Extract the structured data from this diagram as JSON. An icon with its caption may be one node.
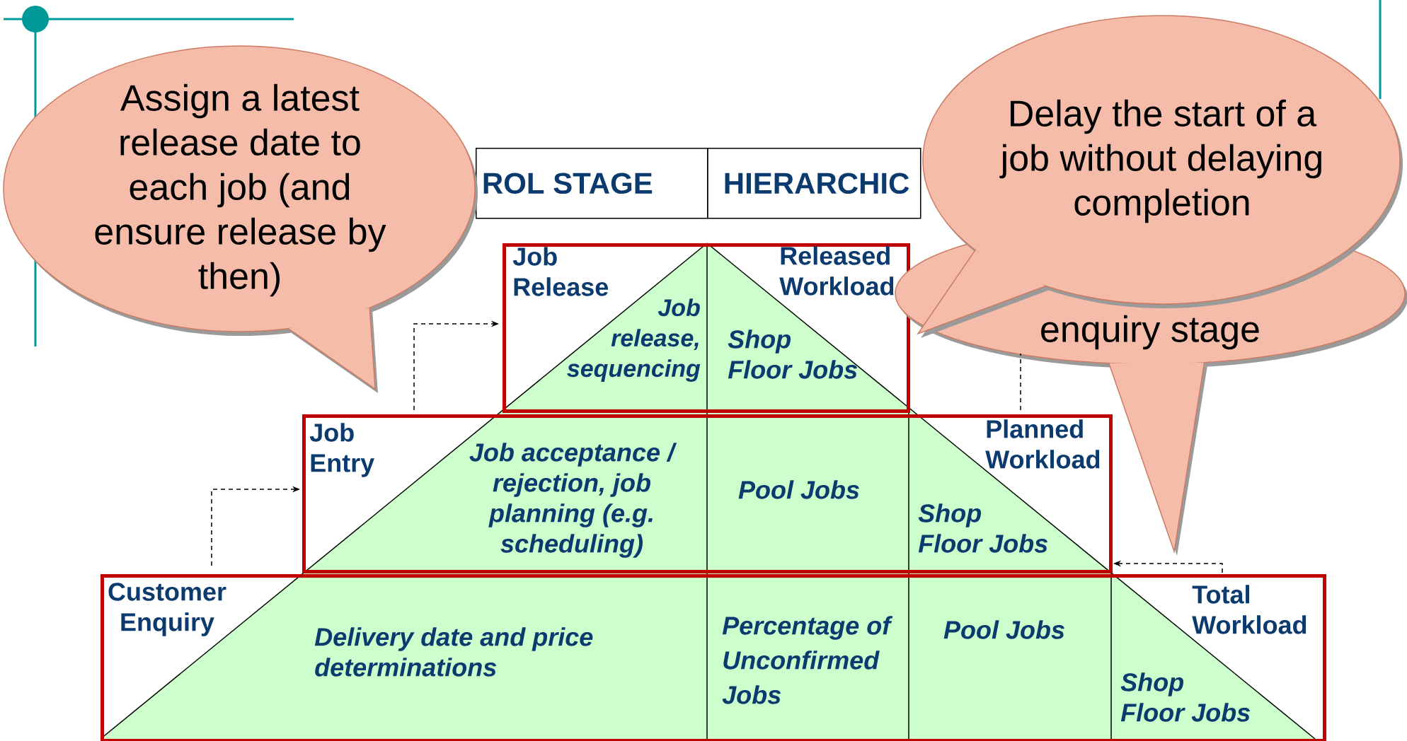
{
  "diagram": {
    "nodes": [
      {
        "text": [
          "Assign a latest release date to each job (and ensure release by then)"
        ]
      },
      {
        "text": [
          "enquiry stage"
        ]
      },
      {
        "text": [
          "Delay the start of a job without delaying completion"
        ]
      },
      {
        "text": [
          "ROL STAGE"
        ]
      },
      {
        "text": [
          "HIERARCHIC"
        ]
      },
      {
        "text": [
          "Job Release",
          "Released Workload"
        ]
      },
      {
        "text": [
          "Job release, sequencing"
        ],
        "in": 5
      },
      {
        "text": [
          "Shop Floor Jobs"
        ],
        "in": 5
      },
      {
        "text": [
          "Job Entry",
          "Planned Workload"
        ]
      },
      {
        "text": [
          "Job acceptance / rejection, job planning (e.g. scheduling)"
        ],
        "in": 8
      },
      {
        "text": [
          "Pool Jobs"
        ],
        "in": 8
      },
      {
        "text": [
          "Shop Floor Jobs"
        ]
      },
      {
        "text": [
          "Customer Enquiry",
          "Total Workload"
        ]
      },
      {
        "text": [
          "Delivery date and price determinations"
        ],
        "in": 12
      },
      {
        "text": [
          "Percentage of Unconfirmed Jobs"
        ],
        "in": 12
      },
      {
        "text": [
          "Pool Jobs"
        ],
        "in": 12
      },
      {
        "text": [
          "Shop Floor Jobs"
        ],
        "in": 12
      }
    ],
    "edges": [
      {
        "from": 12,
        "to": 8,
        "arrow": "to",
        "style": "dashed"
      },
      {
        "from": 8,
        "to": 5,
        "arrow": "to",
        "style": "dashed"
      },
      {
        "from": 12,
        "to": 8,
        "arrow": "to",
        "style": "dashed"
      },
      {
        "from": 8,
        "to": 1,
        "arrow": "none",
        "style": "dashed"
      }
    ]
  }
}
